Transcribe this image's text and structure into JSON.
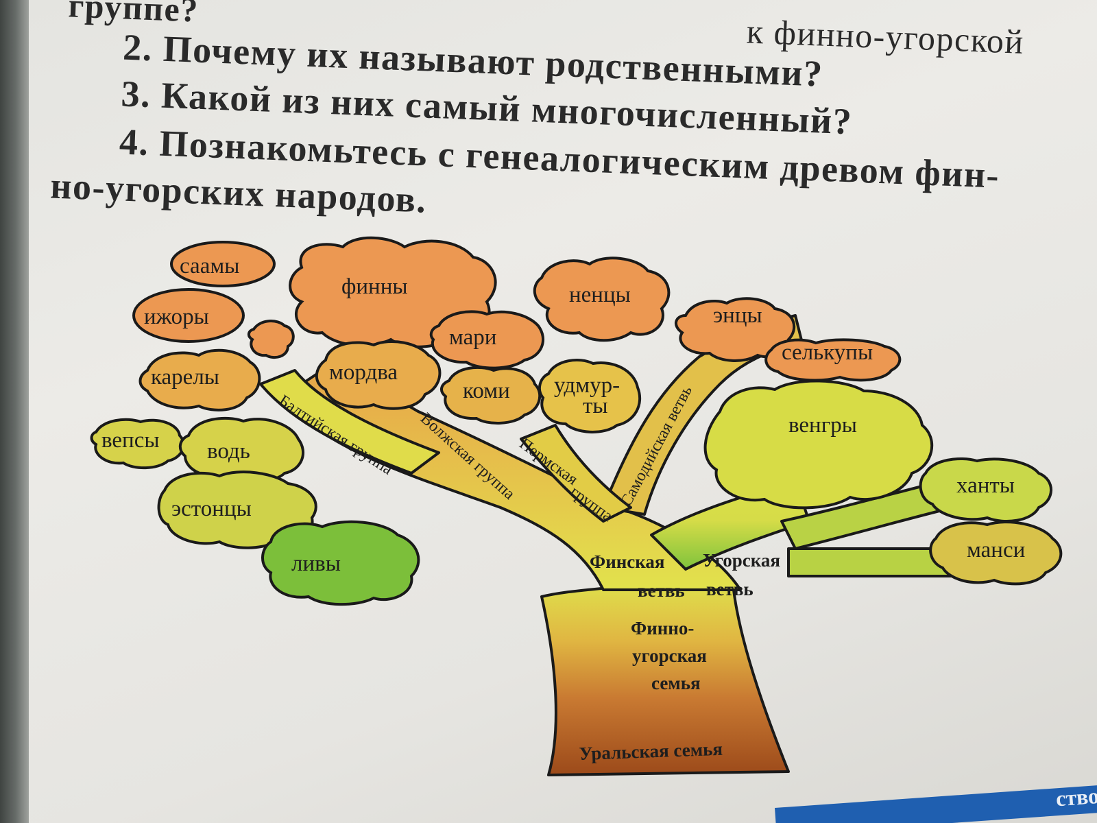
{
  "questions": {
    "line0_left": "группе?",
    "line0_right": "к финно-угорской",
    "q2": "2. Почему их называют родственными?",
    "q3": "3. Какой из них самый многочисленный?",
    "q4_a": "4. Познакомьтесь с генеалогическим древом фин-",
    "q4_b": "но-угорских народов."
  },
  "tree": {
    "peoples": {
      "saamy": "саамы",
      "izhory": "ижоры",
      "finny": "финны",
      "karely": "карелы",
      "vepsy": "вепсы",
      "vod": "водь",
      "estontsy": "эстонцы",
      "livy": "ливы",
      "mordva": "мордва",
      "mari": "мари",
      "komi": "коми",
      "udmurty_1": "удмур-",
      "udmurty_2": "ты",
      "nentsy": "ненцы",
      "entsy": "энцы",
      "selkupy": "селькупы",
      "vengry": "венгры",
      "khanty": "ханты",
      "mansi": "манси"
    },
    "groups": {
      "baltic": "Балтийская группа",
      "volga": "Волжская группа",
      "perm_1": "Пермская",
      "perm_2": "группа",
      "samoyed": "Самодийская ветвь"
    },
    "trunk": {
      "finnish_1": "Финская",
      "finnish_2": "ветвь",
      "ugric_1": "Угорская",
      "ugric_2": "ветвь",
      "fu_1": "Финно-",
      "fu_2": "угорская",
      "fu_3": "семья",
      "uralic": "Уральская семья"
    }
  },
  "footer_tab": "ство",
  "colors": {
    "leaf_orange": "#ec9852",
    "leaf_yellow_orange": "#e6b24a",
    "leaf_yellow_green": "#cfd84a",
    "leaf_green": "#7cbf3a",
    "trunk_brown": "#a8531d",
    "trunk_yellow": "#e3e14a",
    "outline": "#1a1a1a"
  }
}
